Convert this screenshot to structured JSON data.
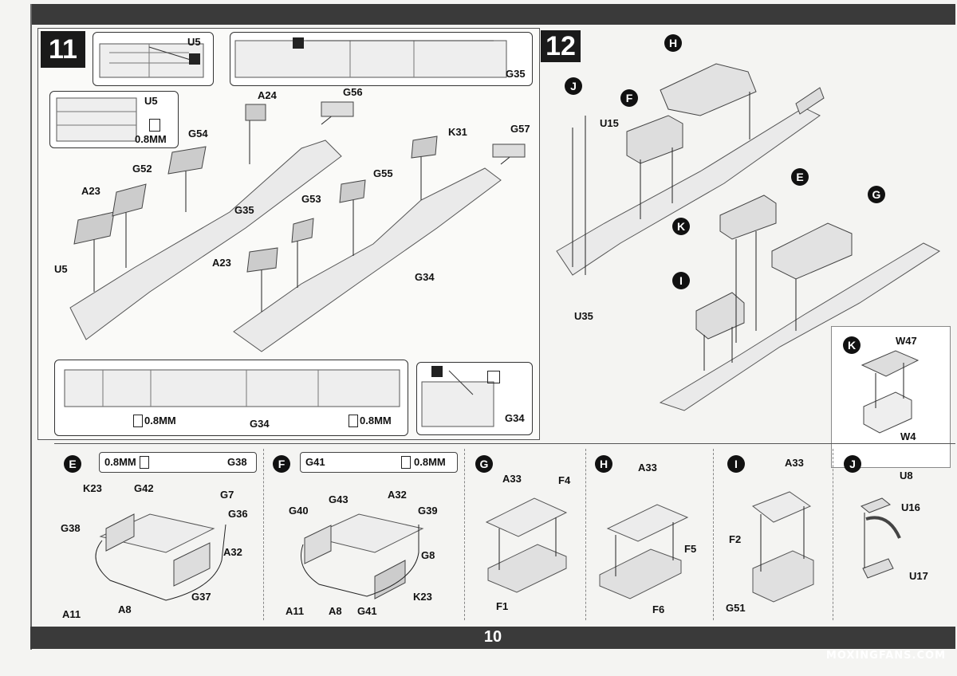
{
  "page": {
    "number": "10",
    "watermark": "MOXINGFANS.COM"
  },
  "step11": {
    "number": "11",
    "labels": {
      "u5_top": "U5",
      "u5_mid": "U5",
      "u5_low": "U5",
      "g35_inset": "G35",
      "mm_u5": "0.8MM",
      "a24": "A24",
      "g56": "G56",
      "g54": "G54",
      "g52": "G52",
      "a23_left": "A23",
      "g35_main": "G35",
      "k31": "K31",
      "g57": "G57",
      "g55": "G55",
      "g53": "G53",
      "a23_right": "A23",
      "g34_main": "G34",
      "g34_bottom": "G34",
      "mm_left": "0.8MM",
      "mm_right": "0.8MM",
      "g34_inset": "G34"
    }
  },
  "step12": {
    "number": "12",
    "circle_labels": {
      "j": "J",
      "h": "H",
      "f": "F",
      "e": "E",
      "g": "G",
      "k": "K",
      "i": "I"
    },
    "labels": {
      "u15": "U15",
      "u35": "U35"
    },
    "inset_k": {
      "circle": "K",
      "w47": "W47",
      "w4": "W4"
    }
  },
  "subassemblies": {
    "e": {
      "circle": "E",
      "mm": "0.8MM",
      "g38_top": "G38",
      "k23": "K23",
      "g42": "G42",
      "g7": "G7",
      "g36": "G36",
      "g38": "G38",
      "a32": "A32",
      "g37": "G37",
      "a11": "A11",
      "a8": "A8"
    },
    "f": {
      "circle": "F",
      "g41_top": "G41",
      "mm": "0.8MM",
      "g43": "G43",
      "a32": "A32",
      "g40": "G40",
      "g39": "G39",
      "g8": "G8",
      "k23": "K23",
      "a11": "A11",
      "a8": "A8",
      "g41": "G41"
    },
    "g": {
      "circle": "G",
      "a33": "A33",
      "f4": "F4",
      "f1": "F1"
    },
    "h": {
      "circle": "H",
      "a33": "A33",
      "f5": "F5",
      "f6": "F6"
    },
    "i": {
      "circle": "I",
      "a33": "A33",
      "f2": "F2",
      "g51": "G51"
    },
    "j": {
      "circle": "J",
      "u8": "U8",
      "u16": "U16",
      "u17": "U17"
    }
  }
}
